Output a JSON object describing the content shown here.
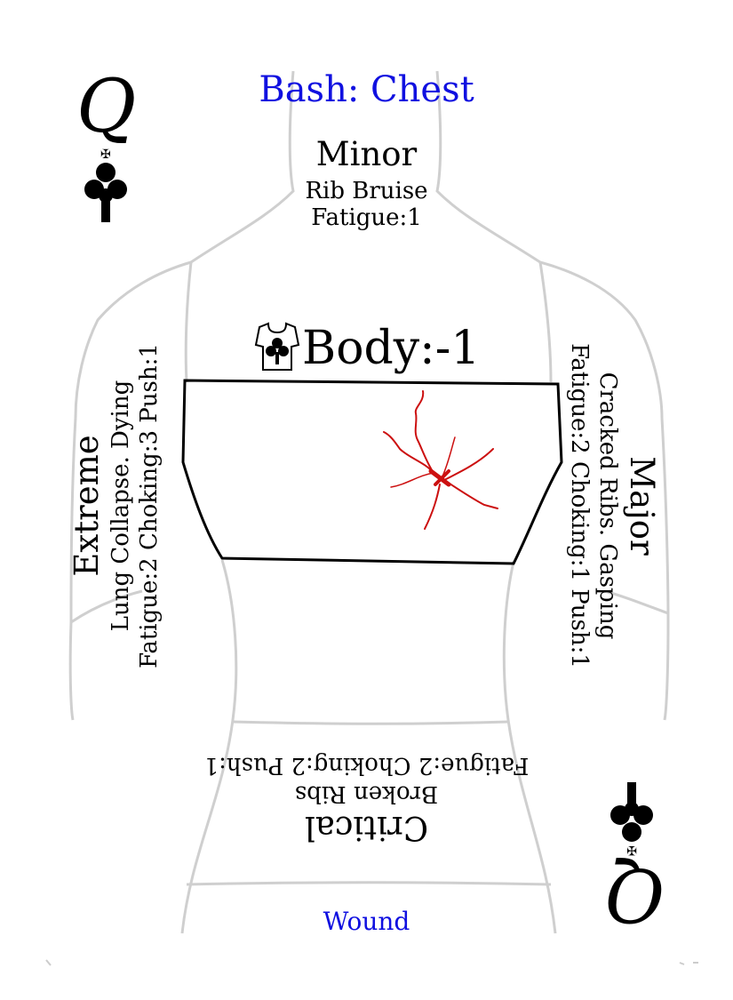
{
  "card": {
    "title": "Bash: Chest",
    "rank": "Q",
    "suit_icon": "club-icon",
    "title_color": "#1010e0",
    "wound_color": "#1010e0",
    "wound_mark_color": "#cc0000"
  },
  "minor": {
    "heading": "Minor",
    "line1": "Rib Bruise",
    "line2": "Fatigue:1"
  },
  "body_stat": "Body:-1",
  "extreme": {
    "heading": "Extreme",
    "line1": "Lung Collapse. Dying",
    "line2": "Fatigue:2 Choking:3 Push:1"
  },
  "major": {
    "heading": "Major",
    "line1": "Cracked Ribs. Gasping",
    "line2": "Fatigue:2 Choking:1 Push:1"
  },
  "critical": {
    "heading": "Critical",
    "line1": "Broken Ribs",
    "line2": "Fatigue:2 Choking:2 Push:1"
  },
  "footer": {
    "label": "Wound"
  }
}
